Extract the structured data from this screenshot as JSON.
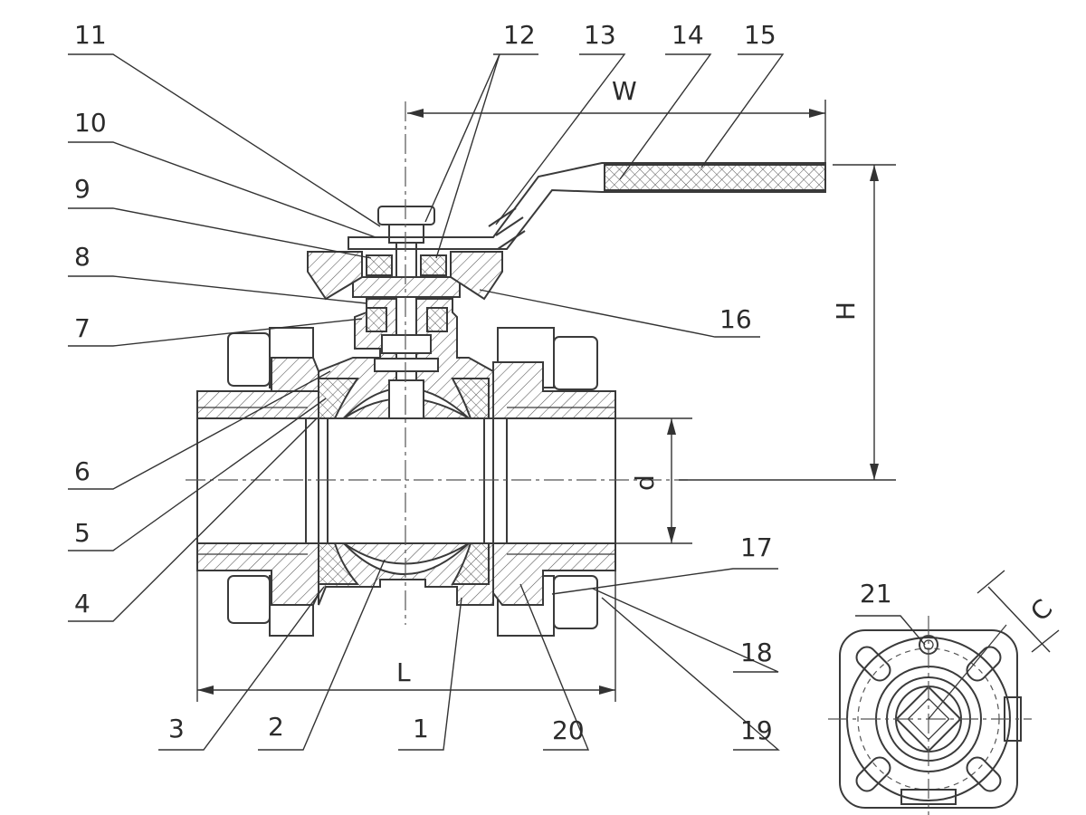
{
  "part_numbers": [
    "1",
    "2",
    "3",
    "4",
    "5",
    "6",
    "7",
    "8",
    "9",
    "10",
    "11",
    "12",
    "13",
    "14",
    "15",
    "16",
    "17",
    "18",
    "19",
    "20",
    "21"
  ],
  "dimensions": {
    "W": "W",
    "H": "H",
    "d": "d",
    "L": "L",
    "C": "C"
  },
  "colors": {
    "line": "#3a3a3a",
    "text": "#2b2b2b",
    "background": "#ffffff"
  }
}
